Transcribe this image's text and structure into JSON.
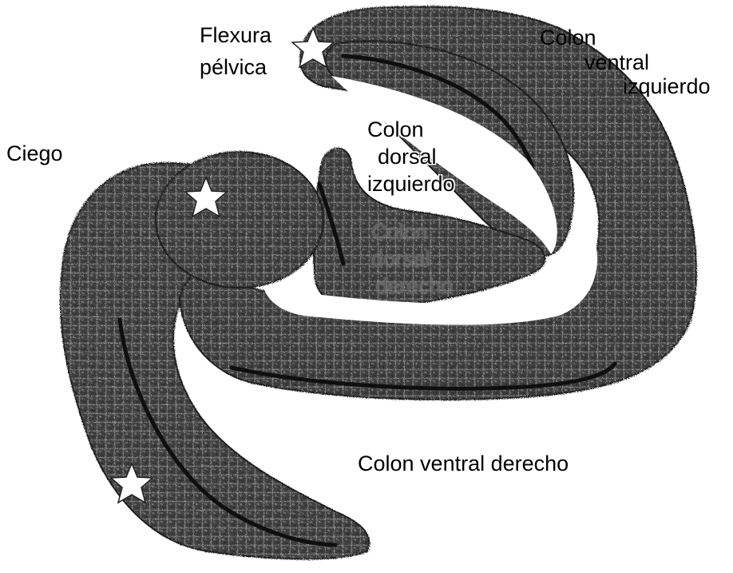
{
  "diagram": {
    "labels": {
      "flexura_line1": "Flexura",
      "flexura_line2": "pélvica",
      "cvi_line1": "Colon",
      "cvi_line2": "ventral",
      "cvi_line3": "izquierdo",
      "ciego": "Ciego",
      "cdi_line1": "Colon",
      "cdi_line2": "dorsal",
      "cdi_line3": "izquierdo",
      "cdd_line1": "Colon",
      "cdd_line2": "dorsal",
      "cdd_line3": "derecho",
      "cvd": "Colon ventral derecho"
    },
    "colors": {
      "tissue": "#3e3e3e",
      "tissue_dark": "#1c1c1c",
      "grid": "#9a9a9a",
      "star": "#ffffff",
      "text": "#000000"
    }
  }
}
